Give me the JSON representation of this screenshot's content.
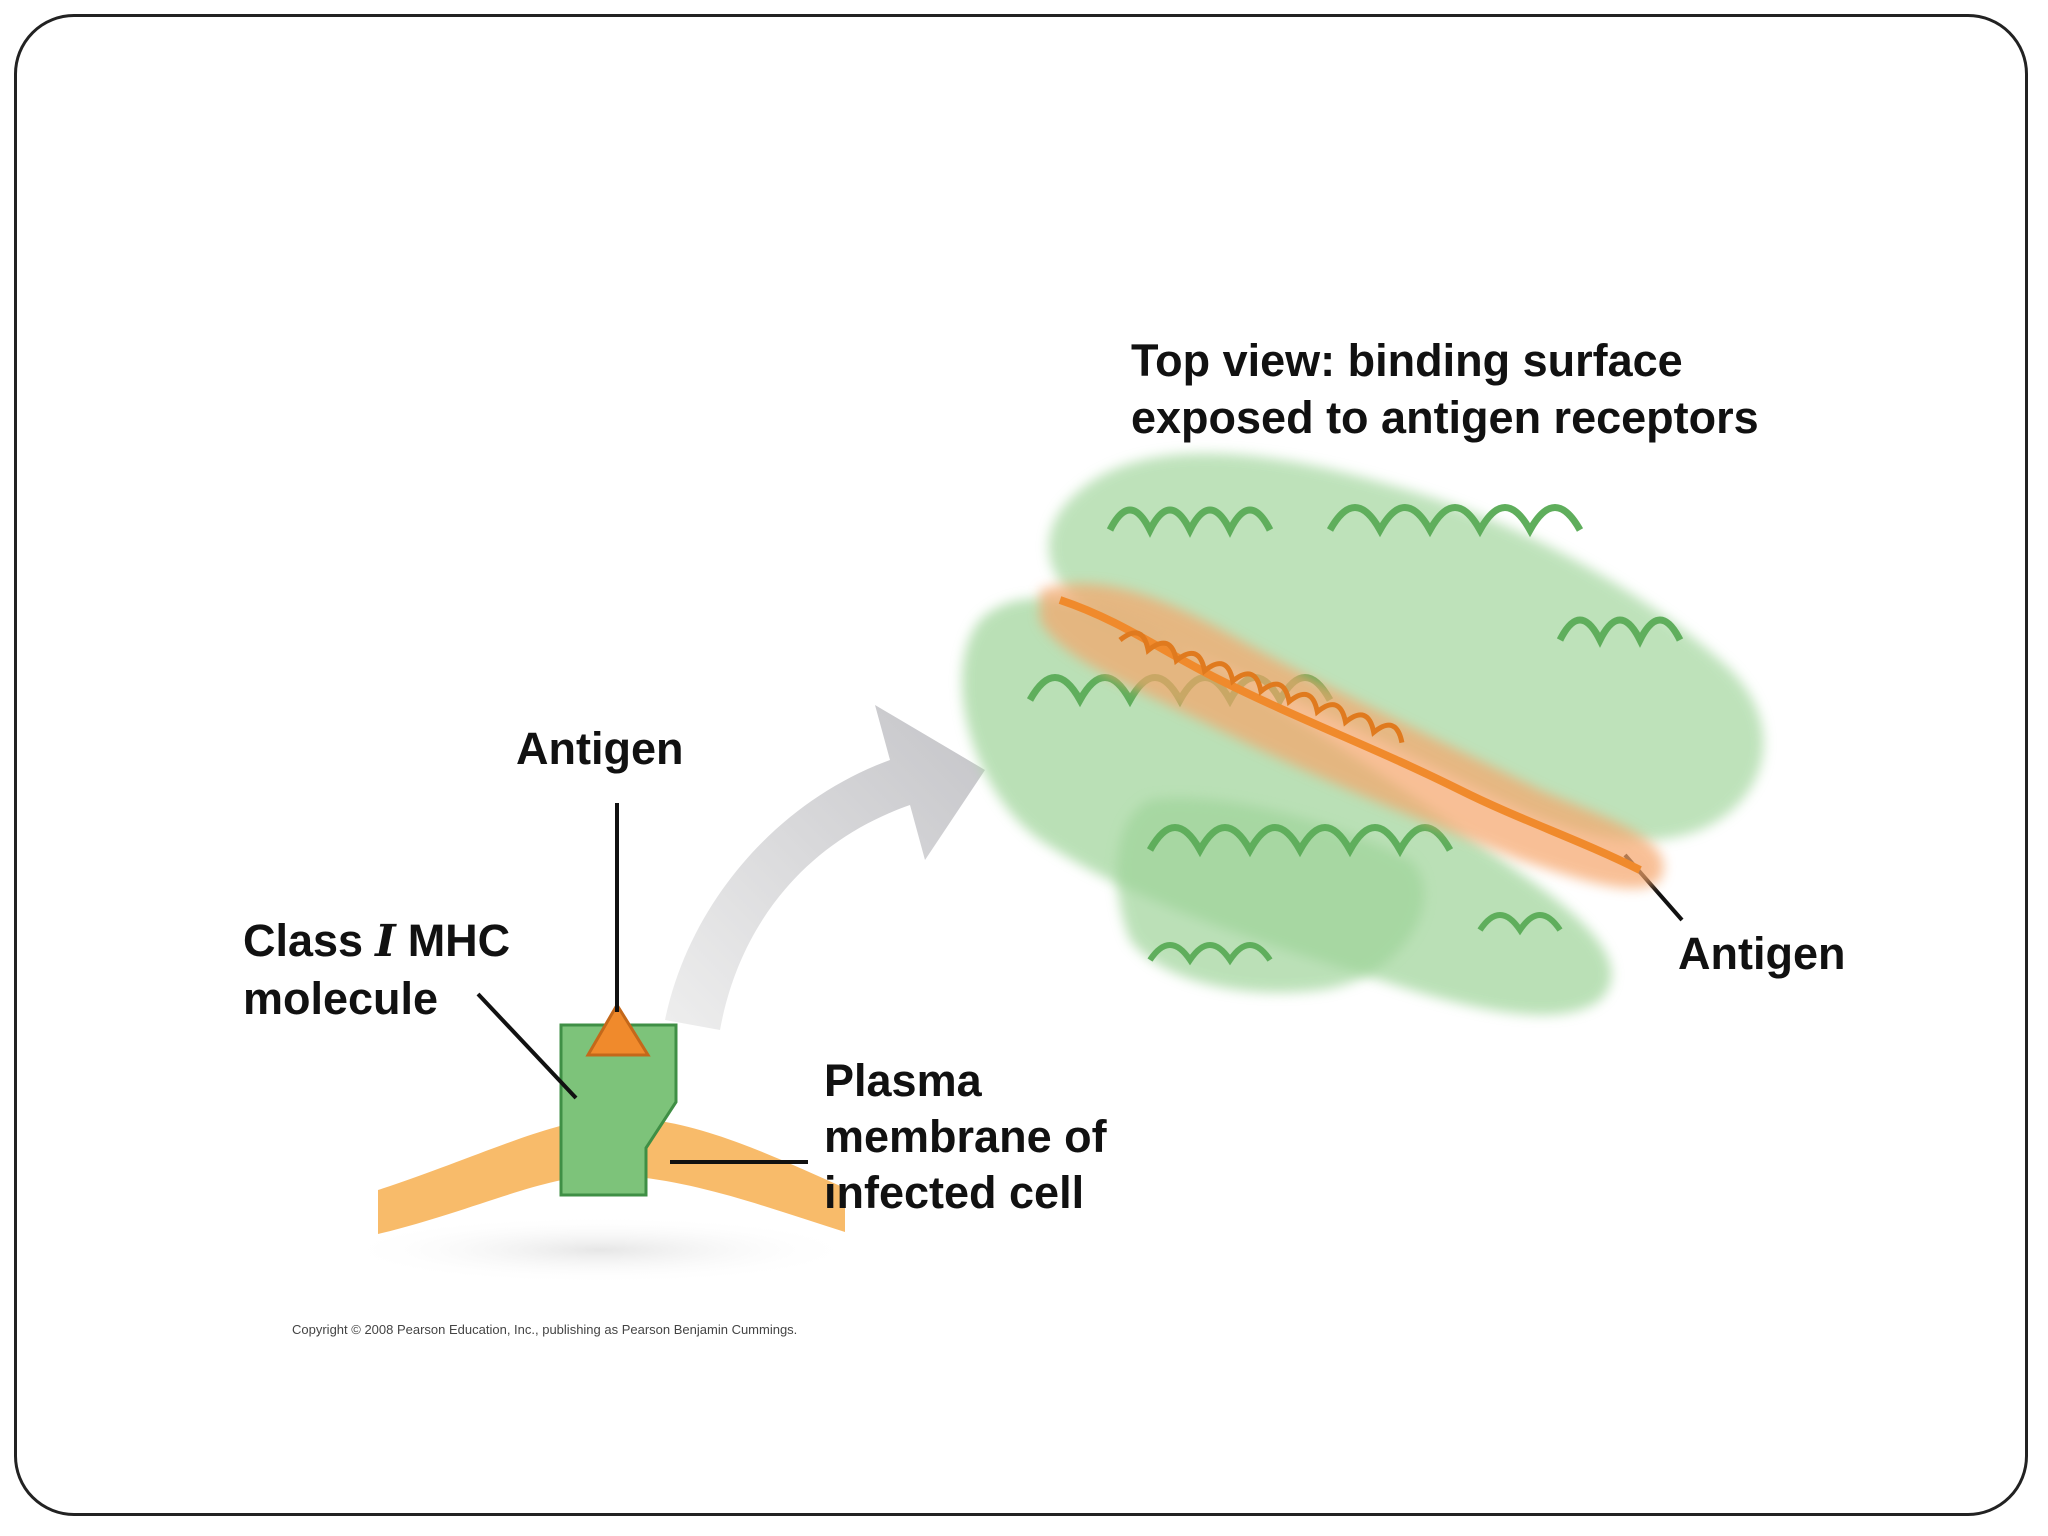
{
  "labels": {
    "top_view_line1": "Top view: binding surface",
    "top_view_line2": "exposed to antigen receptors",
    "antigen_left": "Antigen",
    "antigen_right": "Antigen",
    "class_word": "Class",
    "class_numeral": "I",
    "mhc_word": "MHC",
    "molecule_word": "molecule",
    "plasma_line1": "Plasma",
    "plasma_line2": "membrane of",
    "plasma_line3": "infected cell"
  },
  "copyright": "Copyright © 2008 Pearson Education, Inc., publishing as Pearson Benjamin Cummings.",
  "colors": {
    "mhc_green": "#7dc37a",
    "mhc_green_dark": "#3f8f45",
    "antigen_orange": "#f08a2c",
    "membrane_orange": "#f7b45a",
    "arrow_gray": "#c9c9cc",
    "helix_green": "#a6d8a0"
  }
}
